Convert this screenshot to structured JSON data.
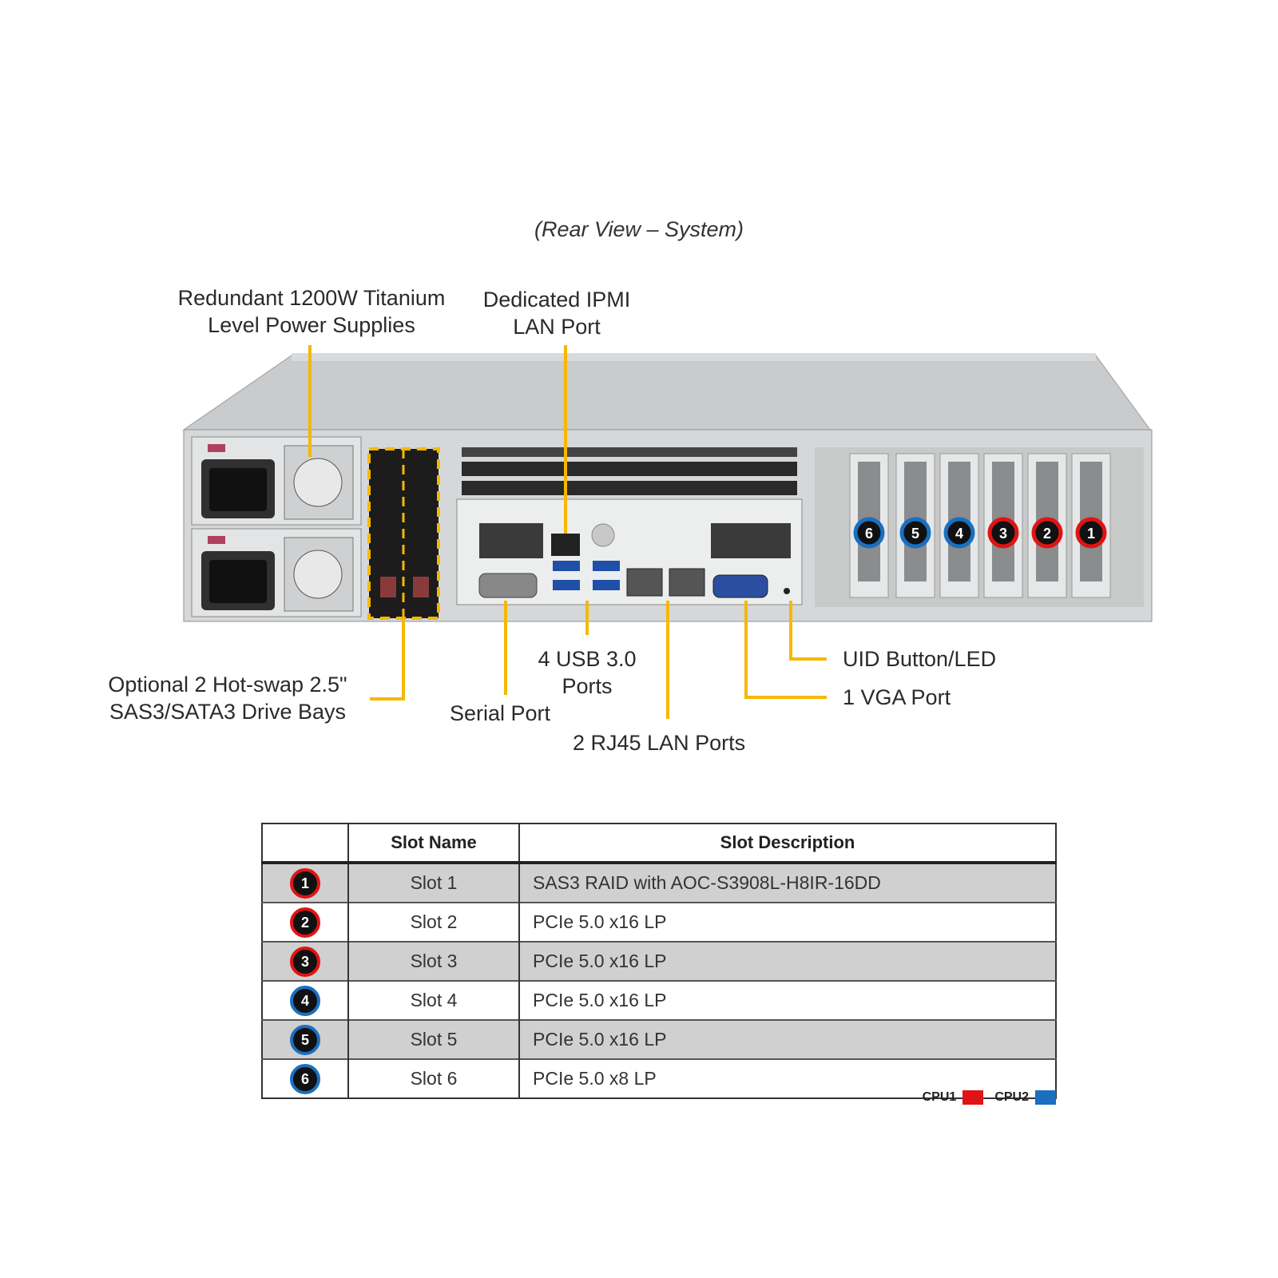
{
  "title": "(Rear View – System)",
  "callouts": {
    "power_supplies": [
      "Redundant  1200W Titanium",
      "Level Power Supplies"
    ],
    "ipmi": [
      "Dedicated IPMI",
      "LAN Port"
    ],
    "drive_bays": [
      "Optional  2 Hot-swap  2.5\"",
      "SAS3/SATA3 Drive Bays"
    ],
    "usb": [
      "4 USB 3.0",
      "Ports"
    ],
    "serial": "Serial Port",
    "lan": "2 RJ45 LAN Ports",
    "uid": "UID  Button/LED",
    "vga": "1 VGA Port"
  },
  "colors": {
    "callout_line": "#f5b800",
    "cpu1": "#e01414",
    "cpu2": "#1a6fc0"
  },
  "slot_badges": [
    "6",
    "5",
    "4",
    "3",
    "2",
    "1"
  ],
  "table": {
    "headers": [
      "",
      "Slot Name",
      "Slot Description"
    ],
    "rows": [
      {
        "badge": "1",
        "cpu": "cpu1",
        "name": "Slot 1",
        "desc": "SAS3 RAID  with AOC-S3908L-H8IR-16DD"
      },
      {
        "badge": "2",
        "cpu": "cpu1",
        "name": "Slot 2",
        "desc": "PCIe  5.0 x16 LP"
      },
      {
        "badge": "3",
        "cpu": "cpu1",
        "name": "Slot 3",
        "desc": "PCIe  5.0 x16 LP"
      },
      {
        "badge": "4",
        "cpu": "cpu2",
        "name": "Slot 4",
        "desc": "PCIe  5.0 x16 LP"
      },
      {
        "badge": "5",
        "cpu": "cpu2",
        "name": "Slot 5",
        "desc": "PCIe  5.0 x16 LP"
      },
      {
        "badge": "6",
        "cpu": "cpu2",
        "name": "Slot 6",
        "desc": "PCIe  5.0 x8 LP"
      }
    ]
  },
  "legend": {
    "cpu1": "CPU1",
    "cpu2": "CPU2"
  }
}
